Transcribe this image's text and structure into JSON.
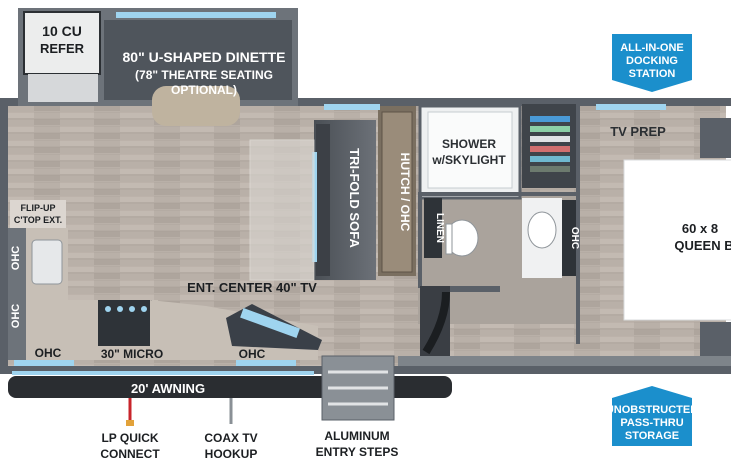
{
  "labels": {
    "refer": [
      "10 CU",
      "REFER"
    ],
    "dinette": [
      "80\" U-SHAPED DINETTE",
      "(78\" THEATRE SEATING",
      "OPTIONAL)"
    ],
    "docking": [
      "ALL-IN-ONE",
      "DOCKING",
      "STATION"
    ],
    "tv_prep": "TV PREP",
    "shower": [
      "SHOWER",
      "w/SKYLIGHT"
    ],
    "sofa": "TRI-FOLD SOFA",
    "hutch": "HUTCH / OHC",
    "linen": "LINEN",
    "ohc_bath": "OHC",
    "bed": [
      "60 x 8",
      "QUEEN B"
    ],
    "flip_up": [
      "FLIP-UP",
      "C'TOP EXT."
    ],
    "ohc_left_upper": "OHC",
    "ohc_left_lower": "OHC",
    "ohc_kitchen": "OHC",
    "micro": "30\" MICRO",
    "ent_center": "ENT. CENTER 40\" TV",
    "ohc_ent": "OHC",
    "awning": "20' AWNING",
    "lp": [
      "LP QUICK",
      "CONNECT"
    ],
    "coax": [
      "COAX TV",
      "HOOKUP"
    ],
    "steps": [
      "ALUMINUM",
      "ENTRY STEPS"
    ],
    "storage": [
      "UNOBSTRUCTED",
      "PASS-THRU",
      "STORAGE"
    ]
  },
  "colors": {
    "callout_blue": "#1b8fcc",
    "wall": "#5a6068",
    "floor": "#b5aca4",
    "awning": "#2a2d31",
    "lp_red": "#c8252b",
    "window_blue": "#9fd4ef"
  }
}
